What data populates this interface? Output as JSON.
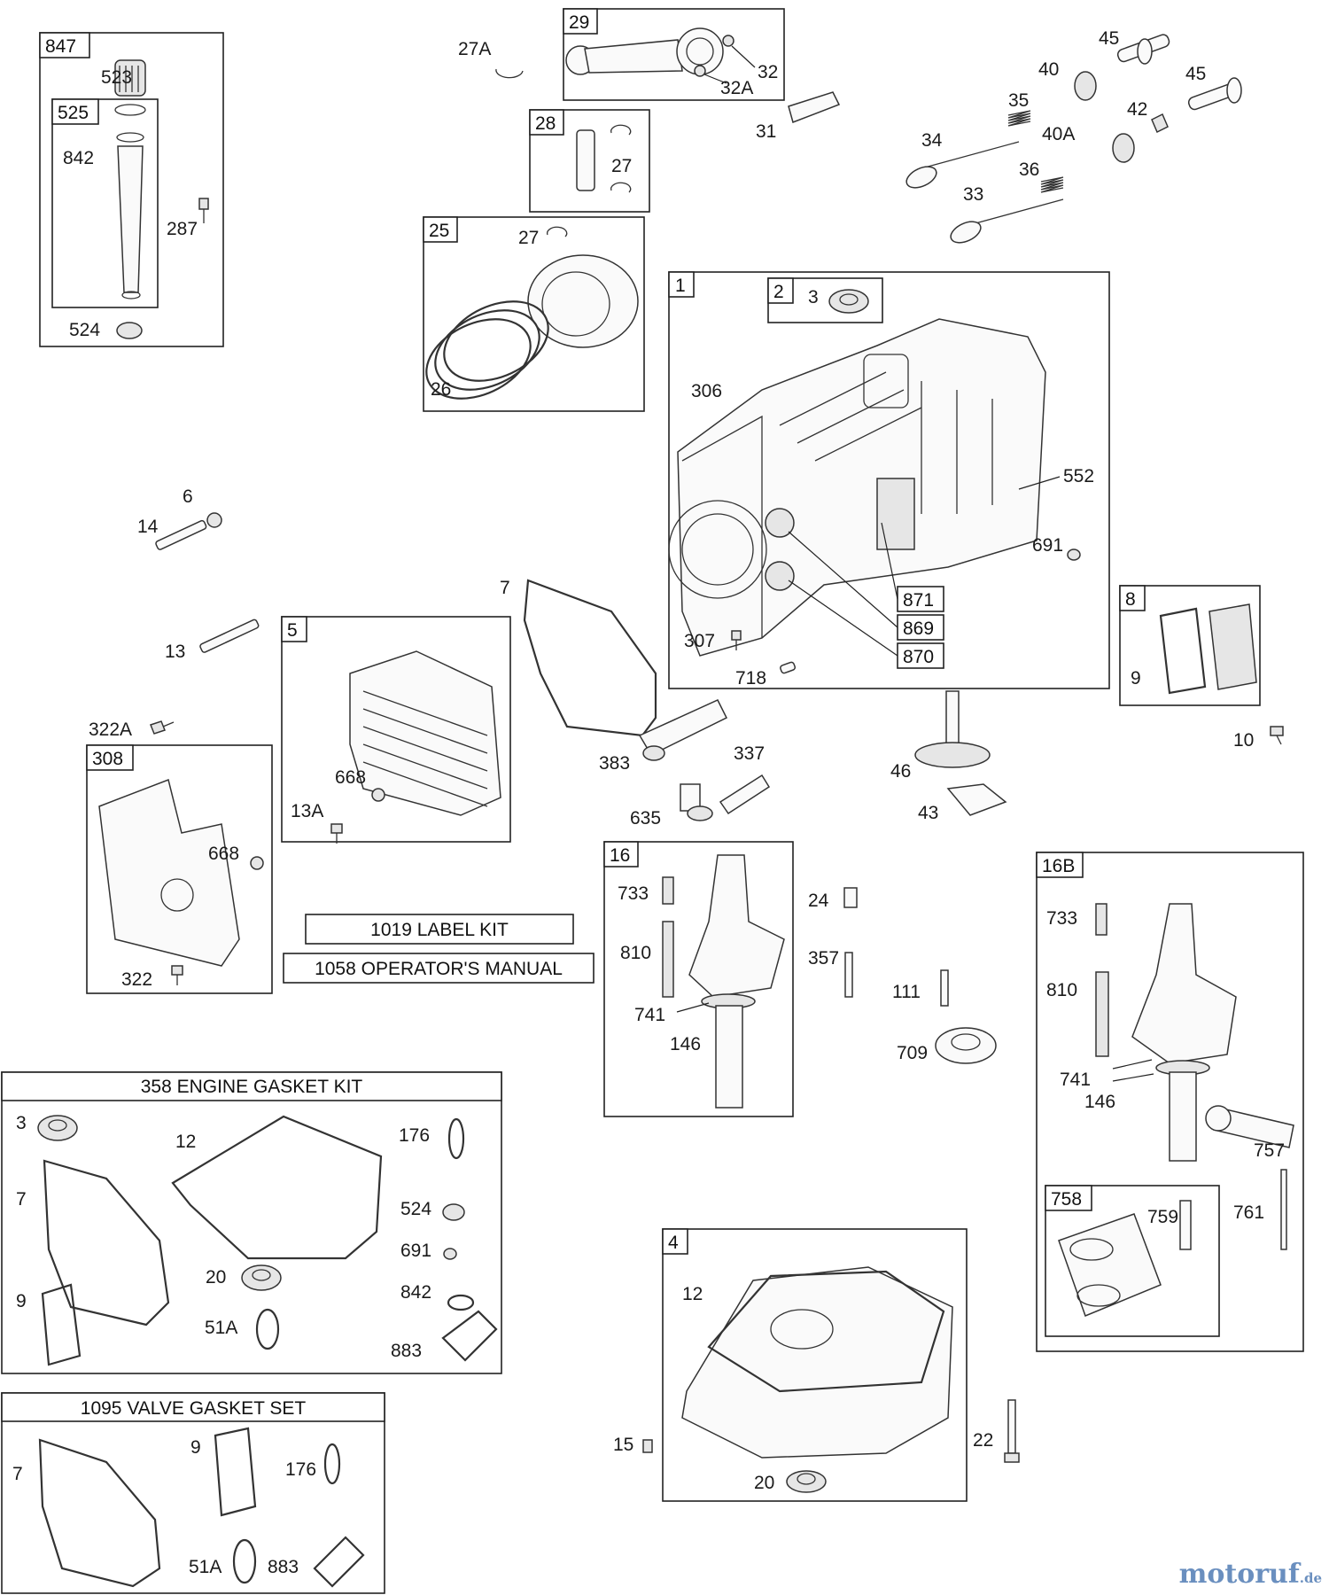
{
  "labels": {
    "l847": "847",
    "l523": "523",
    "l525": "525",
    "l842": "842",
    "l287": "287",
    "l524": "524",
    "l27A": "27A",
    "l29": "29",
    "l32": "32",
    "l32A": "32A",
    "l31": "31",
    "l28": "28",
    "l27a": "27",
    "l25": "25",
    "l27b": "27",
    "l26": "26",
    "l45a": "45",
    "l40": "40",
    "l45b": "45",
    "l35": "35",
    "l42": "42",
    "l34": "34",
    "l40A": "40A",
    "l36": "36",
    "l33": "33",
    "l1": "1",
    "l2": "2",
    "l3": "3",
    "l306": "306",
    "l552": "552",
    "l691": "691",
    "l871": "871",
    "l869": "869",
    "l870": "870",
    "l307": "307",
    "l718": "718",
    "l6": "6",
    "l14": "14",
    "l13": "13",
    "l7": "7",
    "l5": "5",
    "l13A": "13A",
    "l668a": "668",
    "l322A": "322A",
    "l308": "308",
    "l668b": "668",
    "l322": "322",
    "l383": "383",
    "l337": "337",
    "l635": "635",
    "l8": "8",
    "l9": "9",
    "l10": "10",
    "l46": "46",
    "l43": "43",
    "l16": "16",
    "l733a": "733",
    "l810a": "810",
    "l741a": "741",
    "l146a": "146",
    "l24": "24",
    "l357": "357",
    "l111": "111",
    "l709": "709",
    "l16B": "16B",
    "l733b": "733",
    "l810b": "810",
    "l741b": "741",
    "l146b": "146",
    "l757": "757",
    "l758": "758",
    "l759": "759",
    "l761": "761",
    "g3": "3",
    "g12": "12",
    "g176": "176",
    "g7": "7",
    "g524": "524",
    "g691": "691",
    "g20": "20",
    "g9": "9",
    "g842": "842",
    "g51A": "51A",
    "g883": "883",
    "v7": "7",
    "v9": "9",
    "v176": "176",
    "v51A": "51A",
    "v883": "883",
    "l4": "4",
    "l12": "12",
    "l15": "15",
    "l22": "22",
    "l20": "20"
  },
  "kits": {
    "label_kit": "1019 LABEL KIT",
    "manual": "1058 OPERATOR'S MANUAL",
    "gasket_kit": "358 ENGINE GASKET KIT",
    "valve_set": "1095 VALVE GASKET SET"
  },
  "watermark": {
    "main": "motoruf",
    "accent": "f",
    "tld": ".de"
  }
}
